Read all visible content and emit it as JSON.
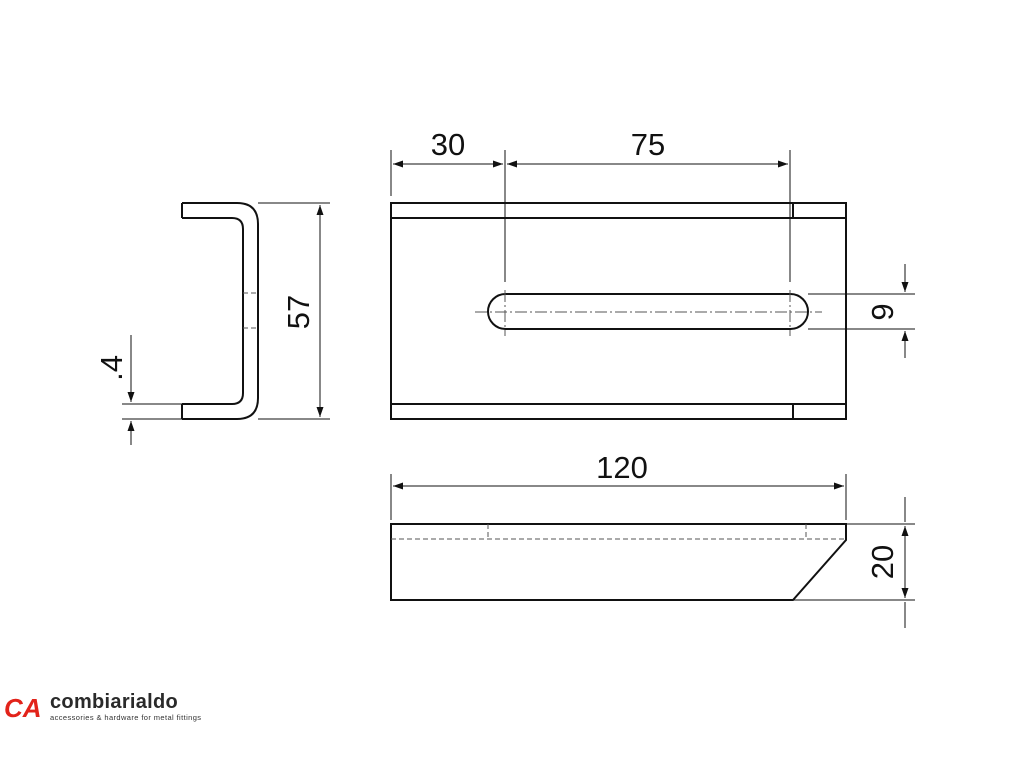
{
  "dimensions": {
    "slot_offset": "30",
    "slot_length": "75",
    "slot_width": "9",
    "depth": "57",
    "thickness": ".4",
    "overall_length": "120",
    "height": "20"
  },
  "logo": {
    "mark": "CA",
    "name": "combiarialdo",
    "tagline": "accessories & hardware for metal fittings",
    "brand_color": "#e2231a"
  }
}
